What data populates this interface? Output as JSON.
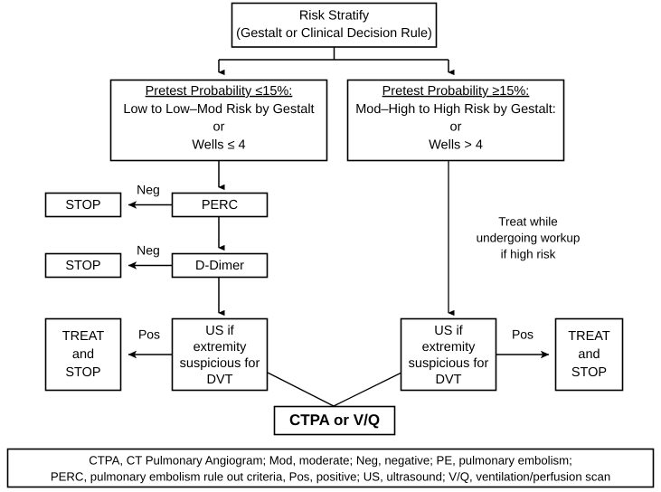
{
  "diagram": {
    "title": "Pulmonary Embolism Diagnostic Algorithm",
    "background_color": "#ffffff",
    "line_color": "#000000",
    "text_color": "#000000"
  },
  "nodes": {
    "risk_stratify": {
      "line1": "Risk Stratify",
      "line2": "(Gestalt or Clinical Decision Rule)"
    },
    "pretest_low": {
      "line1": "Pretest Probability ≤15%:",
      "line2": "Low to Low–Mod Risk by Gestalt",
      "line3": "or",
      "line4": "Wells ≤ 4"
    },
    "pretest_high": {
      "line1": "Pretest Probability ≥15%:",
      "line2": "Mod–High to High Risk by Gestalt:",
      "line3": "or",
      "line4": "Wells > 4"
    },
    "perc": {
      "label": "PERC"
    },
    "d_dimer": {
      "label": "D-Dimer"
    },
    "stop_perc": {
      "label": "STOP"
    },
    "stop_ddimer": {
      "label": "STOP"
    },
    "us_left": {
      "line1": "US if",
      "line2": "extremity",
      "line3": "suspicious for",
      "line4": "DVT"
    },
    "us_right": {
      "line1": "US if",
      "line2": "extremity",
      "line3": "suspicious for",
      "line4": "DVT"
    },
    "treat_left": {
      "line1": "TREAT",
      "line2": "and",
      "line3": "STOP"
    },
    "treat_right": {
      "line1": "TREAT",
      "line2": "and",
      "line3": "STOP"
    },
    "ctpa": {
      "label": "CTPA or V/Q"
    }
  },
  "edge_labels": {
    "perc_neg": "Neg",
    "ddimer_neg": "Neg",
    "us_left_pos": "Pos",
    "us_right_pos": "Pos"
  },
  "annotations": {
    "treat_note": {
      "line1": "Treat while",
      "line2": "undergoing workup",
      "line3": "if high risk"
    }
  },
  "legend": {
    "line1": "CTPA, CT Pulmonary Angiogram; Mod, moderate; Neg, negative; PE, pulmonary embolism;",
    "line2": "PERC, pulmonary embolism rule out criteria, Pos, positive; US, ultrasound; V/Q, ventilation/perfusion scan"
  }
}
